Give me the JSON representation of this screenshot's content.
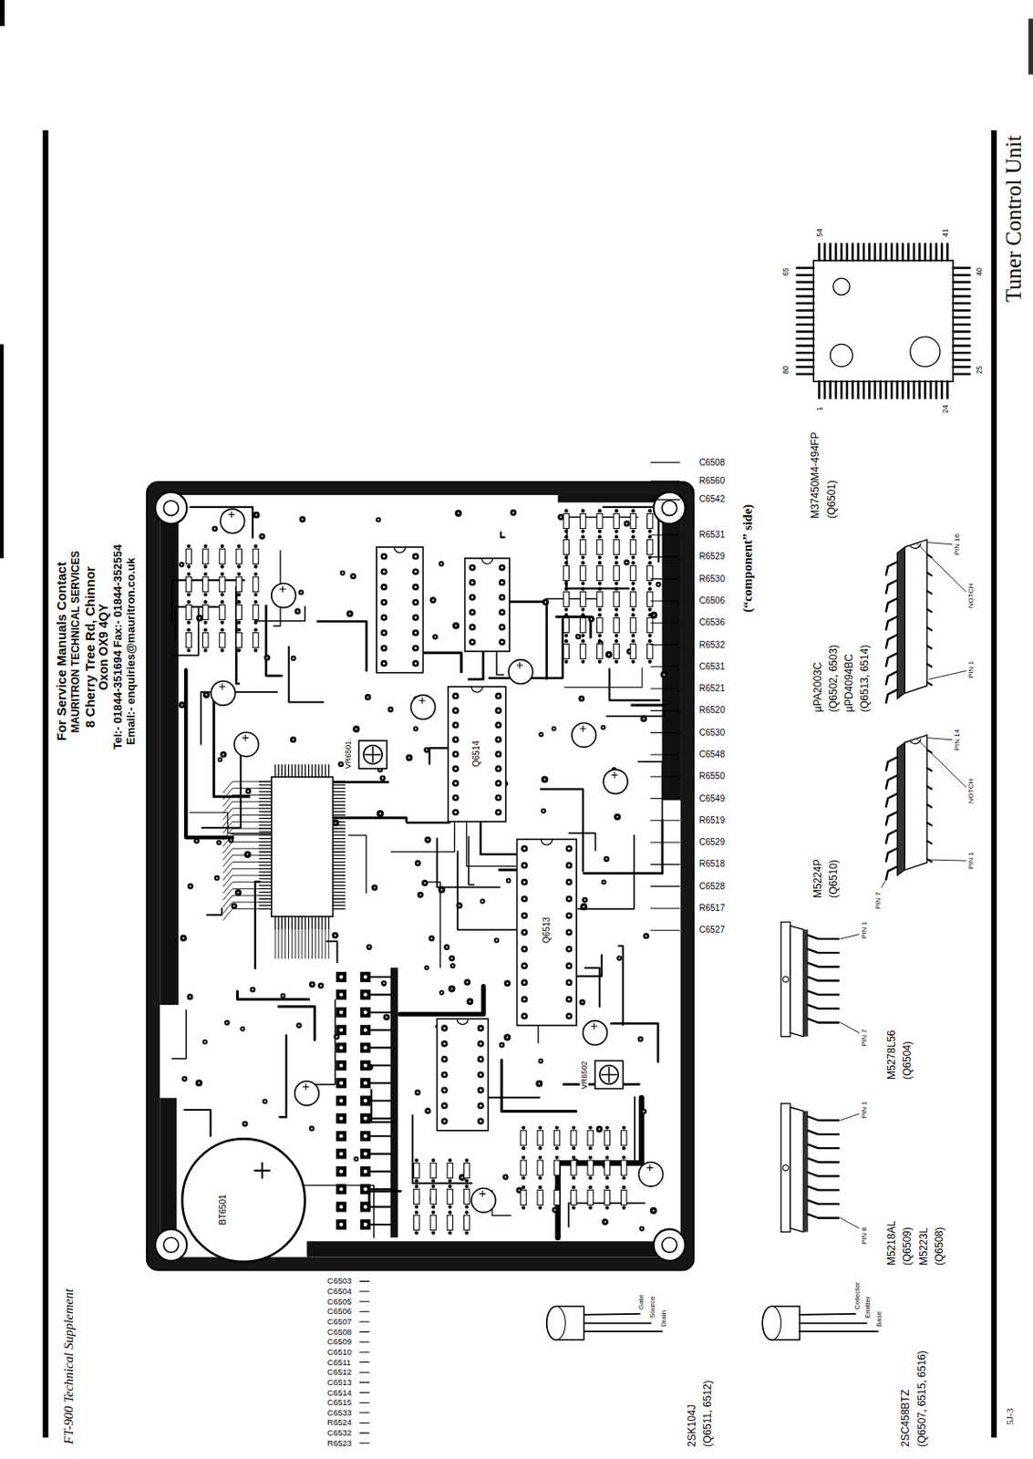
{
  "diagram": {
    "title": "Tuner Control Unit",
    "caption": "(“component” side)",
    "labels": [
      "For Service Manuals Contact",
      "MAURITRON TECHNICAL SERVICES",
      "8 Cherry Tree Rd, Chinnor",
      "Oxon OX9 4QY",
      "Tel:- 01844-351694 Fax:- 01844-352554",
      "Email:- enquiries@mauritron.co.uk",
      "FT-900 Technical Supplement",
      "5J-3",
      "BT6501",
      "VR6501",
      "VR6502",
      "Q6514",
      "Q6513",
      "C6508",
      "R6560",
      "C6542",
      "R6531",
      "R6529",
      "R6530",
      "C6506",
      "C6536",
      "R6532",
      "C6531",
      "R6521",
      "R6520",
      "C6530",
      "C6548",
      "R6550",
      "C6549",
      "R6519",
      "C6529",
      "R6518",
      "C6528",
      "R6517",
      "C6527",
      "C6503",
      "C6504",
      "C6505",
      "C6506",
      "C6507",
      "C6508",
      "C6509",
      "C6510",
      "C6511",
      "C6512",
      "C6513",
      "C6514",
      "C6515",
      "C6533",
      "R6524",
      "C6532",
      "R6523",
      "65",
      "80",
      "1",
      "24",
      "25",
      "40",
      "41",
      "54",
      "M37450M4-494FP",
      "(Q6501)",
      "PIN 16",
      "NOTCH",
      "PIN 1",
      "µPA2003C",
      "(Q6502, 6503)",
      "µPD4094BC",
      "(Q6513, 6514)",
      "PIN 14",
      "NOTCH",
      "PIN 1",
      "PIN 7",
      "M5224P",
      "(Q6510)",
      "PIN 1",
      "PIN 7",
      "M5278L56",
      "(Q6504)",
      "PIN 1",
      "PIN 8",
      "M5218AL",
      "(Q6509)",
      "M5223L",
      "(Q6508)",
      "Gate",
      "Source",
      "Drain",
      "2SK104J",
      "(Q6511, 6512)",
      "Collector",
      "Emitter",
      "Base",
      "2SC458BTZ",
      "(Q6507, 6515, 6516)"
    ]
  }
}
